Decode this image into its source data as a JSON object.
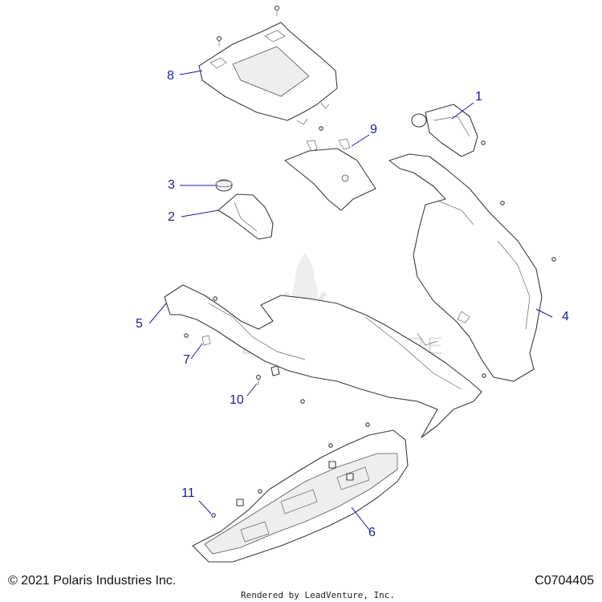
{
  "diagram": {
    "callouts": [
      "1",
      "2",
      "3",
      "4",
      "5",
      "6",
      "7",
      "8",
      "9",
      "10",
      "11"
    ],
    "watermark": "LEADVENTURE",
    "copyright": "© 2021 Polaris Industries Inc.",
    "rendered_by": "Rendered by LeadVenture, Inc.",
    "diagram_code": "C0704405",
    "callout_color": "#1a1aa6",
    "line_color": "#3a3a3a"
  }
}
